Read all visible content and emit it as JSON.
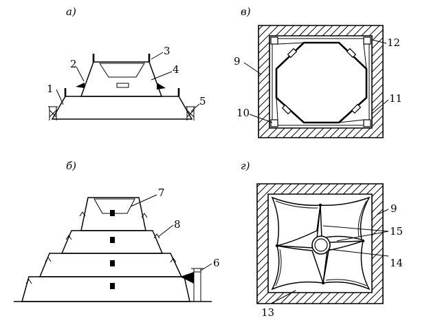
{
  "panels": {
    "a": {
      "title": "а)"
    },
    "b": {
      "title": "б)"
    },
    "v": {
      "title": "в)"
    },
    "g": {
      "title": "г)"
    }
  },
  "callouts": {
    "n1": "1",
    "n2": "2",
    "n3": "3",
    "n4": "4",
    "n5": "5",
    "n6": "6",
    "n7": "7",
    "n8": "8",
    "n9a": "9",
    "n9b": "9",
    "n10": "10",
    "n11": "11",
    "n12": "12",
    "n13": "13",
    "n14": "14",
    "n15": "15"
  }
}
